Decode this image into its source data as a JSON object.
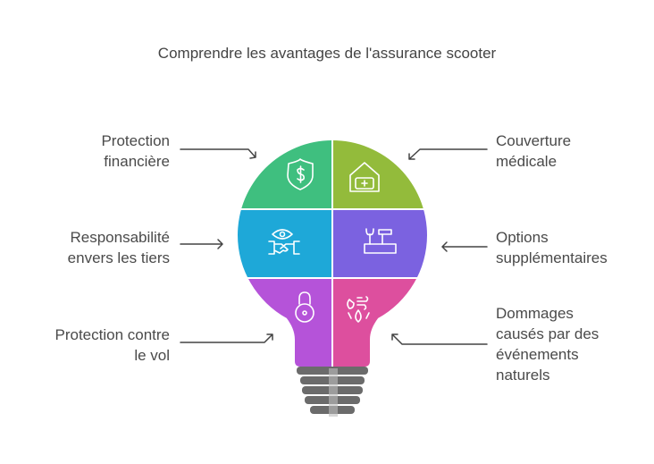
{
  "title": "Comprendre les avantages de l'assurance scooter",
  "items": [
    {
      "label_lines": [
        "Protection",
        "financière"
      ],
      "icon": "shield-dollar-icon",
      "color": "#3fbf7f"
    },
    {
      "label_lines": [
        "Couverture",
        "médicale"
      ],
      "icon": "medical-house-icon",
      "color": "#93bb3b"
    },
    {
      "label_lines": [
        "Responsabilité",
        "envers les tiers"
      ],
      "icon": "handshake-eye-icon",
      "color": "#1ea8d8"
    },
    {
      "label_lines": [
        "Options",
        "supplémentaires"
      ],
      "icon": "toolbox-icon",
      "color": "#7b62e0"
    },
    {
      "label_lines": [
        "Protection contre",
        "le vol"
      ],
      "icon": "padlock-icon",
      "color": "#b553d9"
    },
    {
      "label_lines": [
        "Dommages",
        "causés par des",
        "événements",
        "naturels"
      ],
      "icon": "natural-disaster-icon",
      "color": "#dd4f9e"
    }
  ]
}
